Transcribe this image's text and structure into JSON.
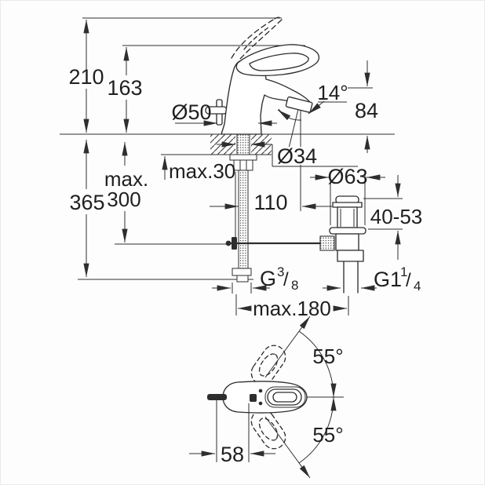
{
  "canvas": {
    "bg": "#fdfdfd",
    "line": "#2e2e2e",
    "text": "#1f1f1f"
  },
  "side_view": {
    "dims": {
      "total_height": "210",
      "body_top_height": "163",
      "base_diameter": "Ø50",
      "spout_angle": "14°",
      "spout_outlet_height": "84",
      "mounting_hole_diameter": "Ø34",
      "deck_thickness": "max.30",
      "hose_length_prefix": "max.",
      "hose_length_value": "300",
      "total_depth": "365",
      "spout_reach": "110",
      "waste_flange_diameter": "Ø63",
      "waste_height_range": "40-53",
      "supply_thread": {
        "prefix": "G",
        "numerator": "3",
        "slash": "/",
        "denominator": "8"
      },
      "waste_thread": {
        "prefix": "G1",
        "numerator": "1",
        "slash": "/",
        "denominator": "4"
      },
      "hose_span": "max.180"
    }
  },
  "top_view": {
    "dims": {
      "swivel_upper": "55°",
      "swivel_lower": "55°",
      "lever_offset": "58"
    }
  }
}
